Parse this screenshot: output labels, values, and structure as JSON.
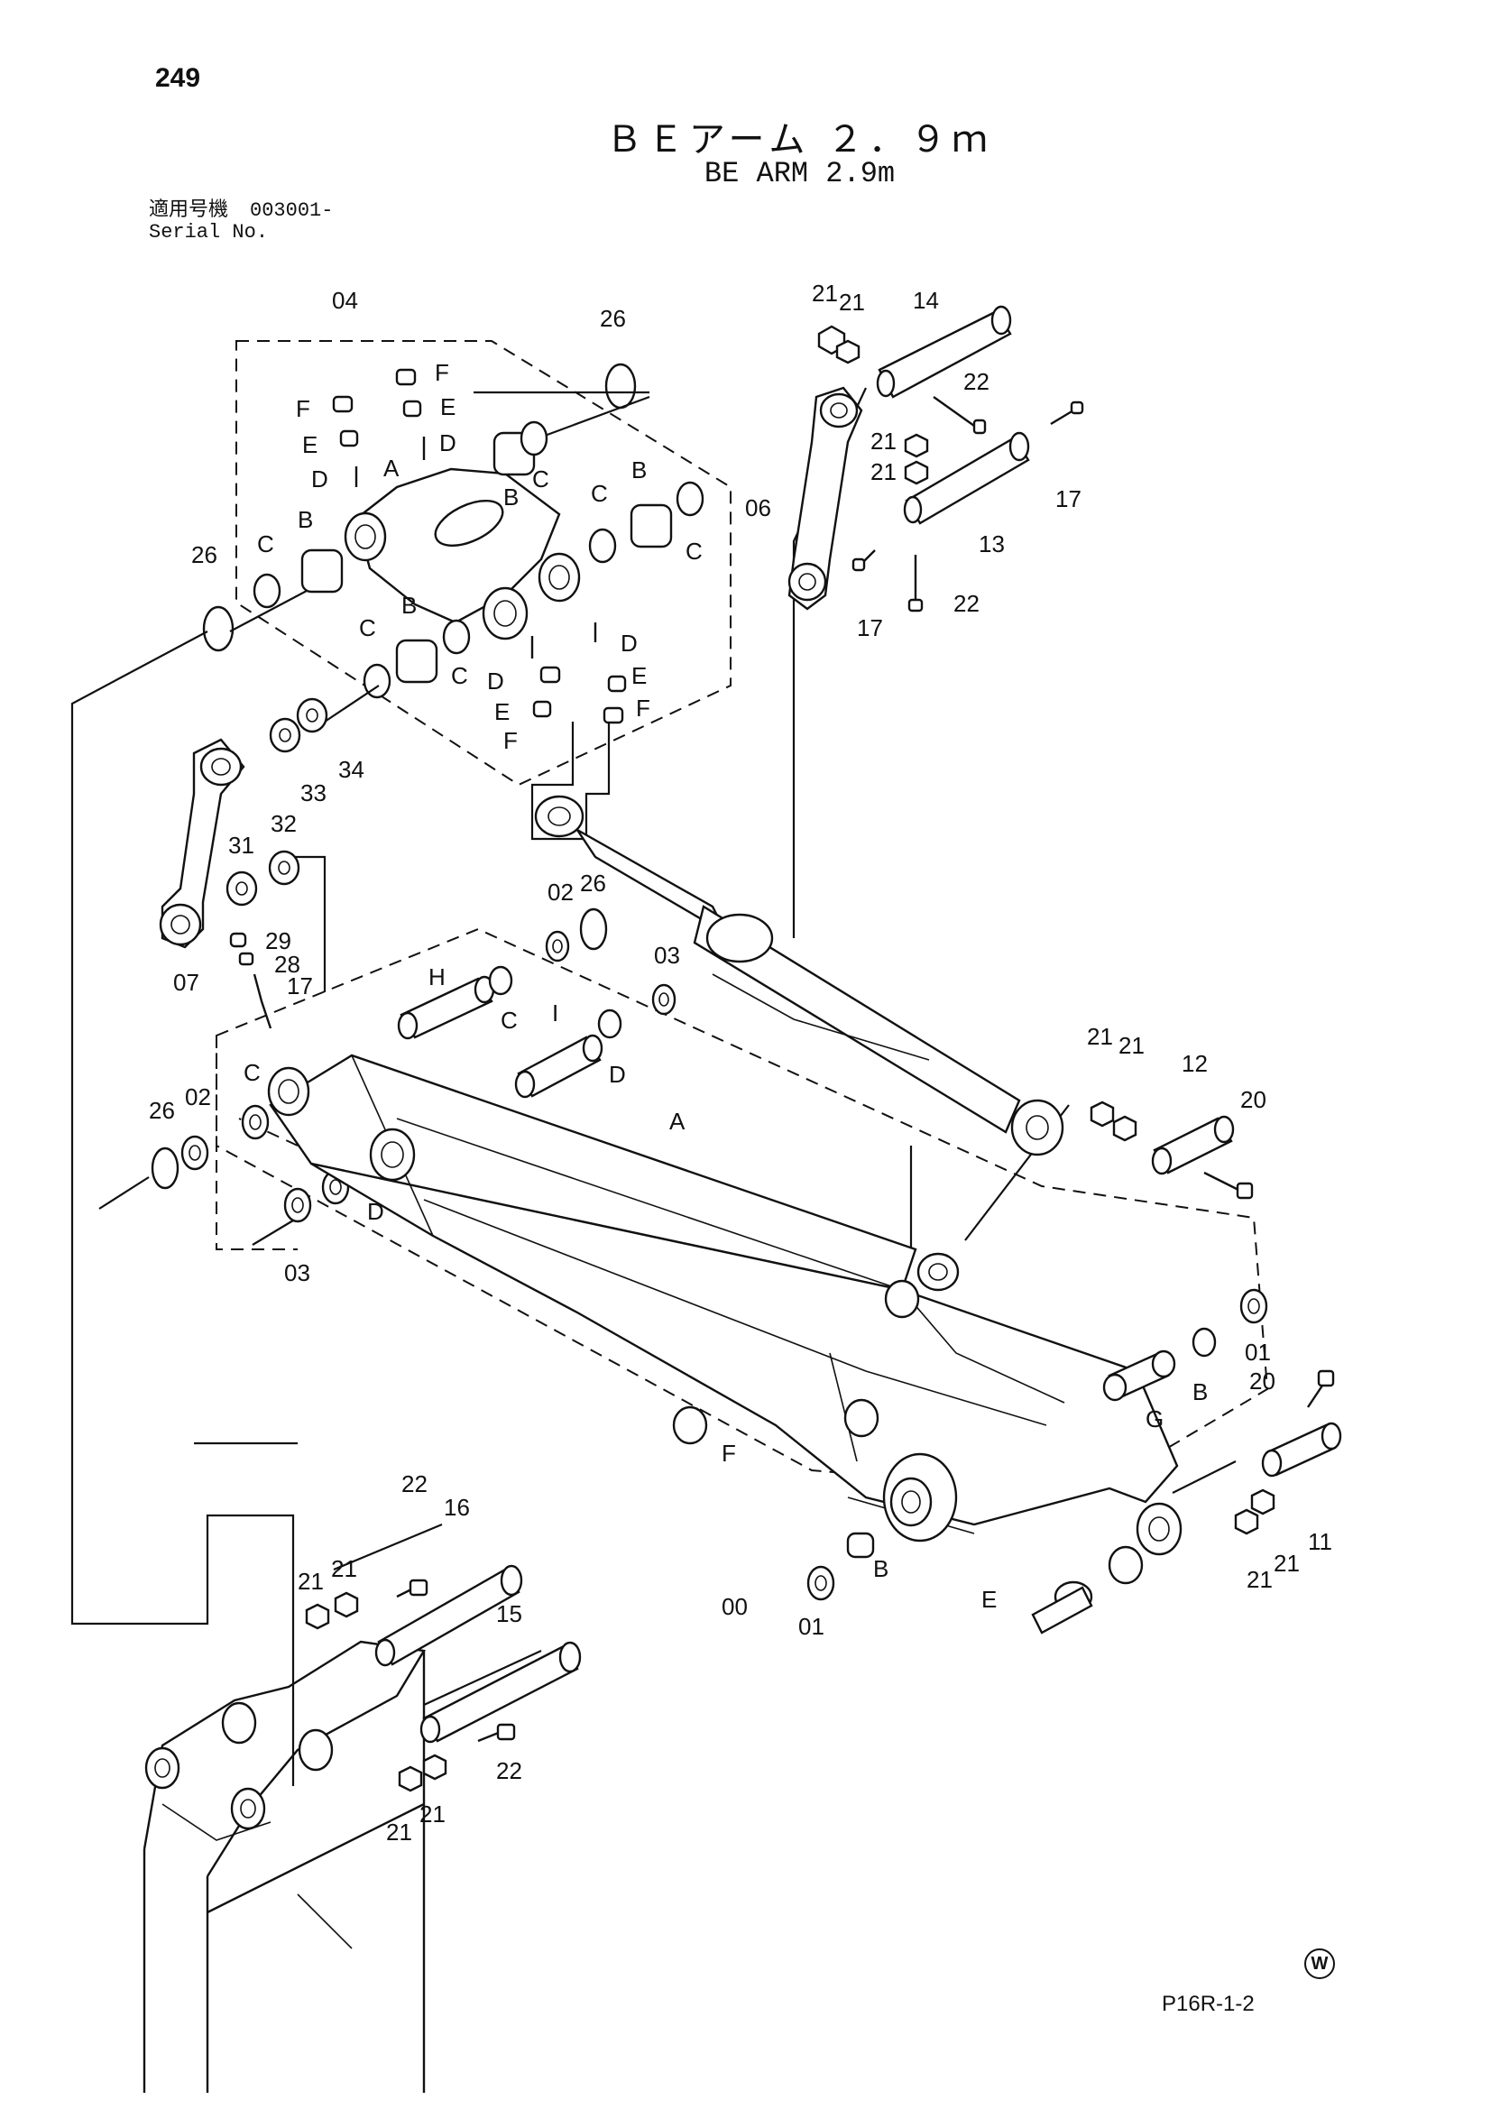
{
  "page_number": "249",
  "title_jp": "ＢＥアーム ２．９ｍ",
  "title_en": "BE ARM 2.9m",
  "serial": {
    "label_jp": "適用号機",
    "value": "003001-",
    "label_en": "Serial No."
  },
  "footer_code": "P16R-1-2",
  "marks": {
    "w": "W"
  },
  "callouts": [
    {
      "key": "p00",
      "text": "00"
    },
    {
      "key": "p01a",
      "text": "01"
    },
    {
      "key": "p01b",
      "text": "01"
    },
    {
      "key": "p02a",
      "text": "02"
    },
    {
      "key": "p02b",
      "text": "02"
    },
    {
      "key": "p03a",
      "text": "03"
    },
    {
      "key": "p03b",
      "text": "03"
    },
    {
      "key": "p04",
      "text": "04"
    },
    {
      "key": "p06",
      "text": "06"
    },
    {
      "key": "p07",
      "text": "07"
    },
    {
      "key": "p11",
      "text": "11"
    },
    {
      "key": "p12",
      "text": "12"
    },
    {
      "key": "p13",
      "text": "13"
    },
    {
      "key": "p14",
      "text": "14"
    },
    {
      "key": "p15",
      "text": "15"
    },
    {
      "key": "p16",
      "text": "16"
    },
    {
      "key": "p17a",
      "text": "17"
    },
    {
      "key": "p17b",
      "text": "17"
    },
    {
      "key": "p17c",
      "text": "17"
    },
    {
      "key": "p20a",
      "text": "20"
    },
    {
      "key": "p20b",
      "text": "20"
    },
    {
      "key": "p21a",
      "text": "21"
    },
    {
      "key": "p21b",
      "text": "21"
    },
    {
      "key": "p21c",
      "text": "21"
    },
    {
      "key": "p21d",
      "text": "21"
    },
    {
      "key": "p21e",
      "text": "21"
    },
    {
      "key": "p21f",
      "text": "21"
    },
    {
      "key": "p21g",
      "text": "21"
    },
    {
      "key": "p21h",
      "text": "21"
    },
    {
      "key": "p21i",
      "text": "21"
    },
    {
      "key": "p21j",
      "text": "21"
    },
    {
      "key": "p21k",
      "text": "21"
    },
    {
      "key": "p21l",
      "text": "21"
    },
    {
      "key": "p22a",
      "text": "22"
    },
    {
      "key": "p22b",
      "text": "22"
    },
    {
      "key": "p22c",
      "text": "22"
    },
    {
      "key": "p22d",
      "text": "22"
    },
    {
      "key": "p26a",
      "text": "26"
    },
    {
      "key": "p26b",
      "text": "26"
    },
    {
      "key": "p26c",
      "text": "26"
    },
    {
      "key": "p26d",
      "text": "26"
    },
    {
      "key": "p28",
      "text": "28"
    },
    {
      "key": "p29",
      "text": "29"
    },
    {
      "key": "p31",
      "text": "31"
    },
    {
      "key": "p32",
      "text": "32"
    },
    {
      "key": "p33",
      "text": "33"
    },
    {
      "key": "p34",
      "text": "34"
    },
    {
      "key": "lA1",
      "text": "A"
    },
    {
      "key": "lA2",
      "text": "A"
    },
    {
      "key": "lB1",
      "text": "B"
    },
    {
      "key": "lB2",
      "text": "B"
    },
    {
      "key": "lB3",
      "text": "B"
    },
    {
      "key": "lB4",
      "text": "B"
    },
    {
      "key": "lB5",
      "text": "B"
    },
    {
      "key": "lB6",
      "text": "B"
    },
    {
      "key": "lC1",
      "text": "C"
    },
    {
      "key": "lC2",
      "text": "C"
    },
    {
      "key": "lC3",
      "text": "C"
    },
    {
      "key": "lC4",
      "text": "C"
    },
    {
      "key": "lC5",
      "text": "C"
    },
    {
      "key": "lC6",
      "text": "C"
    },
    {
      "key": "lC7",
      "text": "C"
    },
    {
      "key": "lC8",
      "text": "C"
    },
    {
      "key": "lD1",
      "text": "D"
    },
    {
      "key": "lD2",
      "text": "D"
    },
    {
      "key": "lD3",
      "text": "D"
    },
    {
      "key": "lD4",
      "text": "D"
    },
    {
      "key": "lD5",
      "text": "D"
    },
    {
      "key": "lD6",
      "text": "D"
    },
    {
      "key": "lE1",
      "text": "E"
    },
    {
      "key": "lE2",
      "text": "E"
    },
    {
      "key": "lE3",
      "text": "E"
    },
    {
      "key": "lE4",
      "text": "E"
    },
    {
      "key": "lE5",
      "text": "E"
    },
    {
      "key": "lF1",
      "text": "F"
    },
    {
      "key": "lF2",
      "text": "F"
    },
    {
      "key": "lF3",
      "text": "F"
    },
    {
      "key": "lF4",
      "text": "F"
    },
    {
      "key": "lF5",
      "text": "F"
    },
    {
      "key": "lG",
      "text": "G"
    },
    {
      "key": "lH",
      "text": "H"
    },
    {
      "key": "lI",
      "text": "I"
    }
  ]
}
